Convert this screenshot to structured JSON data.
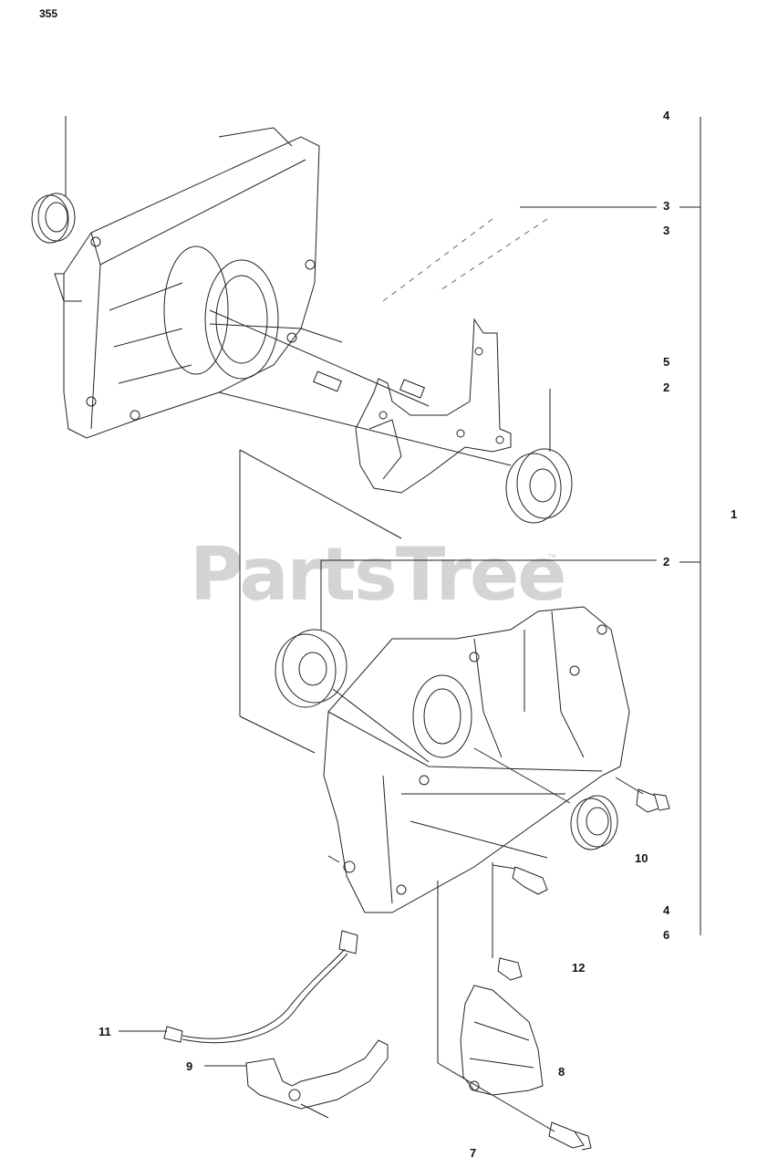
{
  "page_number": "355",
  "watermark": {
    "text": "PartsTree",
    "trademark": "™"
  },
  "callouts": [
    {
      "id": "c4-top",
      "text": "4"
    },
    {
      "id": "c3-a",
      "text": "3"
    },
    {
      "id": "c3-b",
      "text": "3"
    },
    {
      "id": "c5",
      "text": "5"
    },
    {
      "id": "c2-a",
      "text": "2"
    },
    {
      "id": "c1",
      "text": "1"
    },
    {
      "id": "c2-b",
      "text": "2"
    },
    {
      "id": "c10",
      "text": "10"
    },
    {
      "id": "c4-b",
      "text": "4"
    },
    {
      "id": "c6",
      "text": "6"
    },
    {
      "id": "c12",
      "text": "12"
    },
    {
      "id": "c11",
      "text": "11"
    },
    {
      "id": "c9",
      "text": "9"
    },
    {
      "id": "c8",
      "text": "8"
    },
    {
      "id": "c7",
      "text": "7"
    }
  ],
  "colors": {
    "line": "#222222",
    "watermark": "#d4d4d4"
  }
}
